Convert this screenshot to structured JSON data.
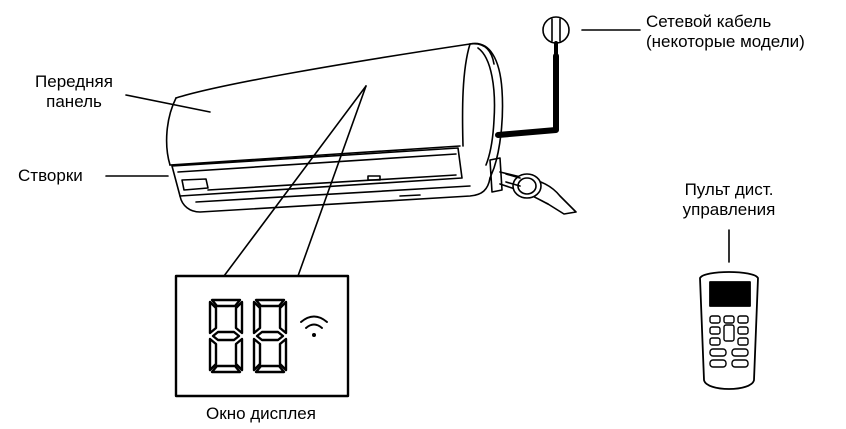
{
  "labels": {
    "front_panel_line1": "Передняя",
    "front_panel_line2": "панель",
    "louvers": "Створки",
    "power_cable_line1": "Сетевой кабель",
    "power_cable_line2": "(некоторые модели)",
    "remote_line1": "Пульт дист.",
    "remote_line2": "управления",
    "display_window": "Окно дисплея"
  },
  "display": {
    "digits": "88",
    "wifi": "wifi-icon"
  },
  "colors": {
    "stroke": "#000000",
    "background": "#ffffff"
  }
}
